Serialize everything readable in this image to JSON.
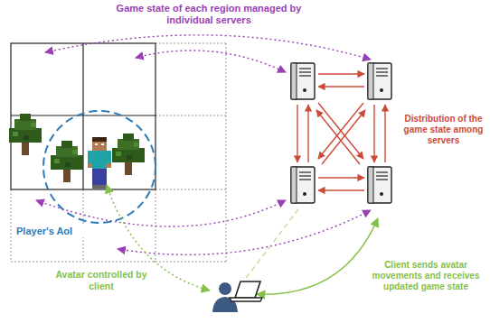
{
  "diagram": {
    "labels": [
      "Game state of each region managed by individual servers",
      "Distribution of the game state among servers",
      "Player's AoI",
      "Avatar controlled by client",
      "Client sends avatar movements and receives updated game state"
    ]
  }
}
